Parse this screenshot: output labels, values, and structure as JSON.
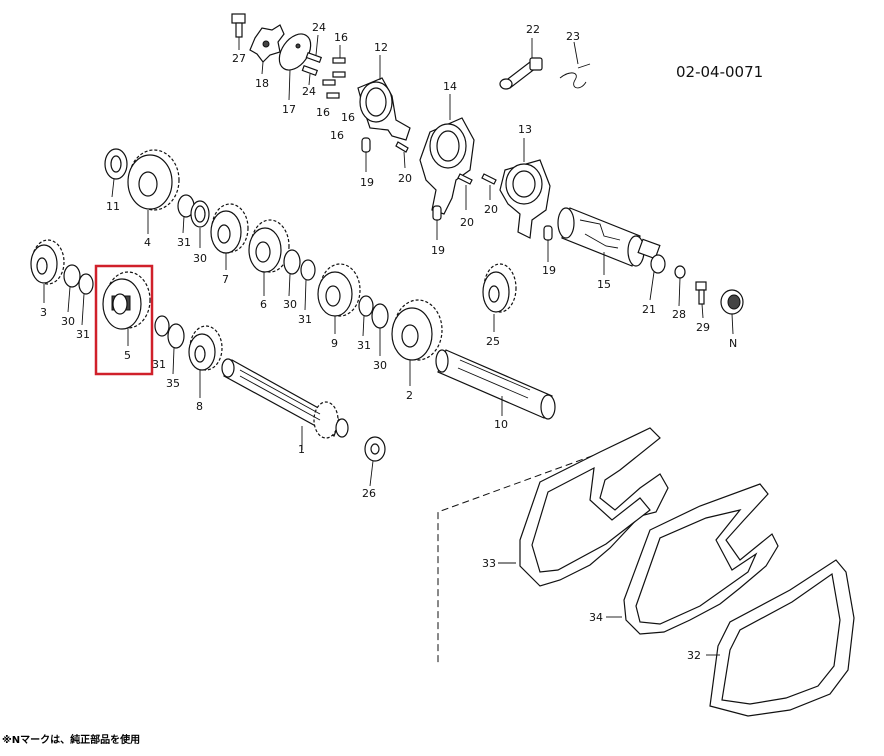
{
  "diagram": {
    "code": "02-04-0071",
    "note": "※Nマークは、純正部品を使用",
    "highlighted_part": "5",
    "callouts": [
      "27",
      "18",
      "17",
      "24",
      "24",
      "16",
      "16",
      "16",
      "16",
      "12",
      "14",
      "19",
      "20",
      "13",
      "19",
      "20",
      "20",
      "22",
      "23",
      "11",
      "4",
      "31",
      "30",
      "7",
      "6",
      "30",
      "31",
      "9",
      "31",
      "30",
      "2",
      "25",
      "19",
      "15",
      "21",
      "28",
      "29",
      "N",
      "3",
      "30",
      "31",
      "5",
      "31",
      "35",
      "8",
      "1",
      "10",
      "26",
      "33",
      "34",
      "32"
    ]
  }
}
